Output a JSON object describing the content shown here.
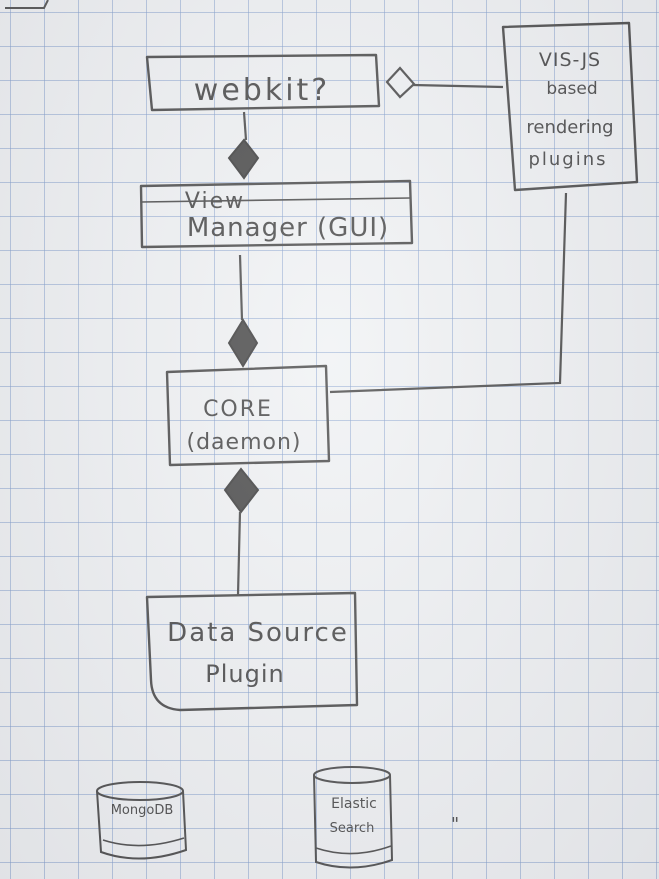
{
  "diagram": {
    "nodes": {
      "webkit": {
        "label": "webkit?"
      },
      "visjs": {
        "lines": [
          "VIS-JS",
          "based",
          "rendering",
          "plugins"
        ]
      },
      "view_manager": {
        "lines": [
          "View",
          "Manager (GUI)"
        ]
      },
      "core": {
        "lines": [
          "CORE",
          "(daemon)"
        ]
      },
      "data_source": {
        "lines": [
          "Data Source",
          "Plugin"
        ]
      },
      "mongodb": {
        "label": "MongoDB"
      },
      "elasticsearch": {
        "lines": [
          "Elastic",
          "Search"
        ]
      }
    },
    "misc_mark": "\""
  }
}
